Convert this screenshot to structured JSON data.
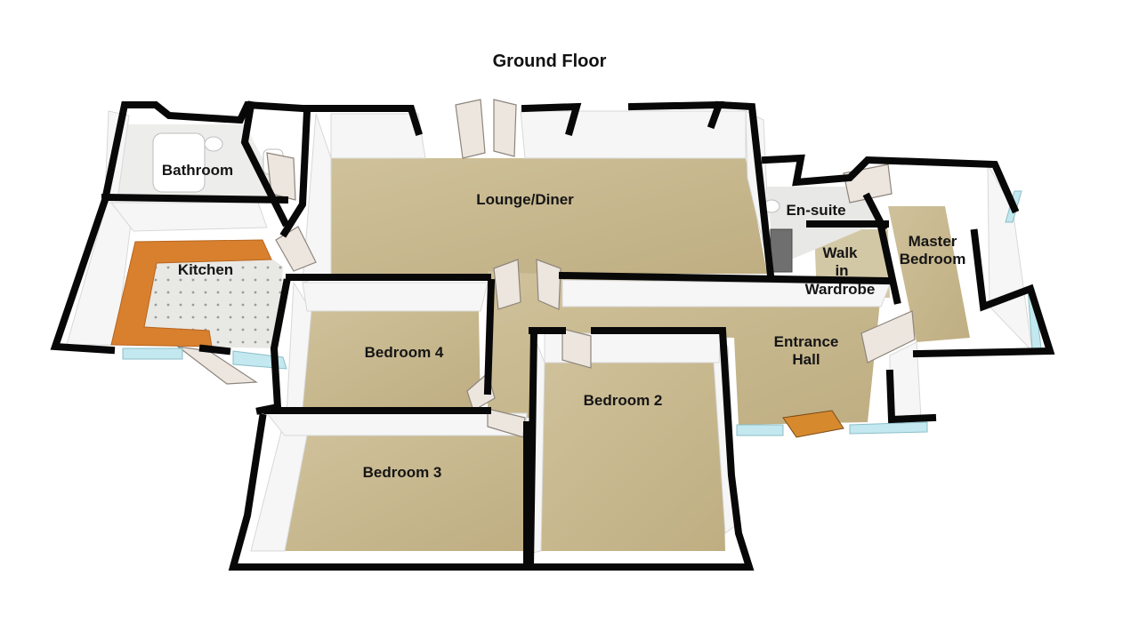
{
  "title": "Ground Floor",
  "rooms": {
    "bathroom": "Bathroom",
    "kitchen": "Kitchen",
    "lounge": "Lounge/Diner",
    "ensuite": "En-suite",
    "walk_in": [
      "Walk",
      "in",
      "Wardrobe"
    ],
    "master": [
      "Master",
      "Bedroom"
    ],
    "bedroom4": "Bedroom 4",
    "bedroom3": "Bedroom 3",
    "bedroom2": "Bedroom 2",
    "entrance": [
      "Entrance",
      "Hall"
    ]
  },
  "colors": {
    "floor_carpet": "#cbbd96",
    "floor_carpet_dark": "#b9aa80",
    "floor_tile": "#e6e6e2",
    "wall_inner": "#f4f4f4",
    "wall_top": "#0a0a0a",
    "worktop": "#d9822f",
    "glass": "#bfe3ea",
    "door": "#e9e3dc"
  }
}
